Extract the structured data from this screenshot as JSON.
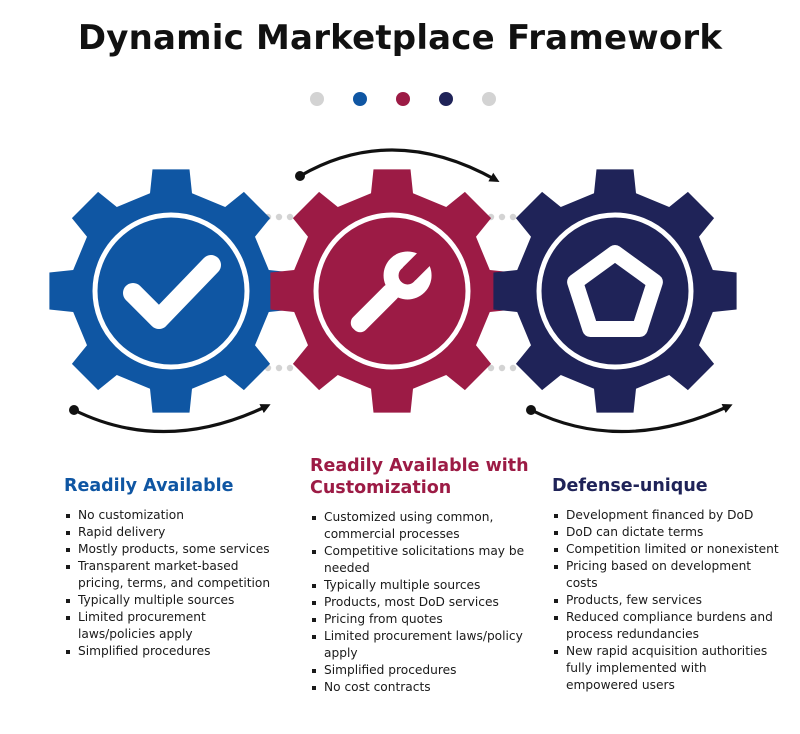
{
  "title": "Dynamic Marketplace Framework",
  "colors": {
    "blue": "#0f56a3",
    "maroon": "#9c1b45",
    "navy": "#1f2358",
    "gray": "#d3d3d3",
    "arrow": "#111111"
  },
  "progress_dots": [
    "gray",
    "blue",
    "maroon",
    "navy",
    "gray"
  ],
  "gears": [
    {
      "icon": "checkmark-icon",
      "color": "blue"
    },
    {
      "icon": "wrench-icon",
      "color": "maroon"
    },
    {
      "icon": "pentagon-icon",
      "color": "navy"
    }
  ],
  "columns": [
    {
      "heading": "Readily Available",
      "color": "#0f56a3",
      "items": [
        "No customization",
        "Rapid delivery",
        "Mostly products, some services",
        "Transparent market-based pricing, terms, and competition",
        "Typically multiple sources",
        "Limited procurement laws/policies apply",
        "Simplified procedures"
      ]
    },
    {
      "heading": "Readily Available with Customization",
      "color": "#9c1b45",
      "items": [
        "Customized using common, commercial processes",
        "Competitive solicitations may be needed",
        "Typically multiple sources",
        "Products, most DoD services",
        "Pricing from quotes",
        "Limited procurement laws/policy apply",
        "Simplified procedures",
        "No cost contracts"
      ]
    },
    {
      "heading": "Defense-unique",
      "color": "#1f2358",
      "items": [
        "Development financed by DoD",
        "DoD can dictate terms",
        "Competition limited or nonexistent",
        "Pricing based on development costs",
        "Products, few services",
        "Reduced compliance burdens and process redundancies",
        "New rapid acquisition authorities fully implemented with empowered users"
      ]
    }
  ]
}
